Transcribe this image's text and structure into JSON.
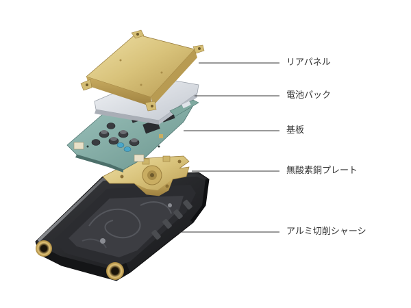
{
  "callouts": {
    "rear_panel": "リアパネル",
    "battery_pack": "電池パック",
    "circuit_board": "基板",
    "copper_plate": "無酸素銅プレート",
    "aluminum_chassis": "アルミ切削シャーシ"
  },
  "colors": {
    "gold": "#d8c27a",
    "silver": "#d4d8df",
    "pcb_green": "#7fa9a0",
    "chassis_black": "#1f2023",
    "leader_line": "#333333"
  }
}
